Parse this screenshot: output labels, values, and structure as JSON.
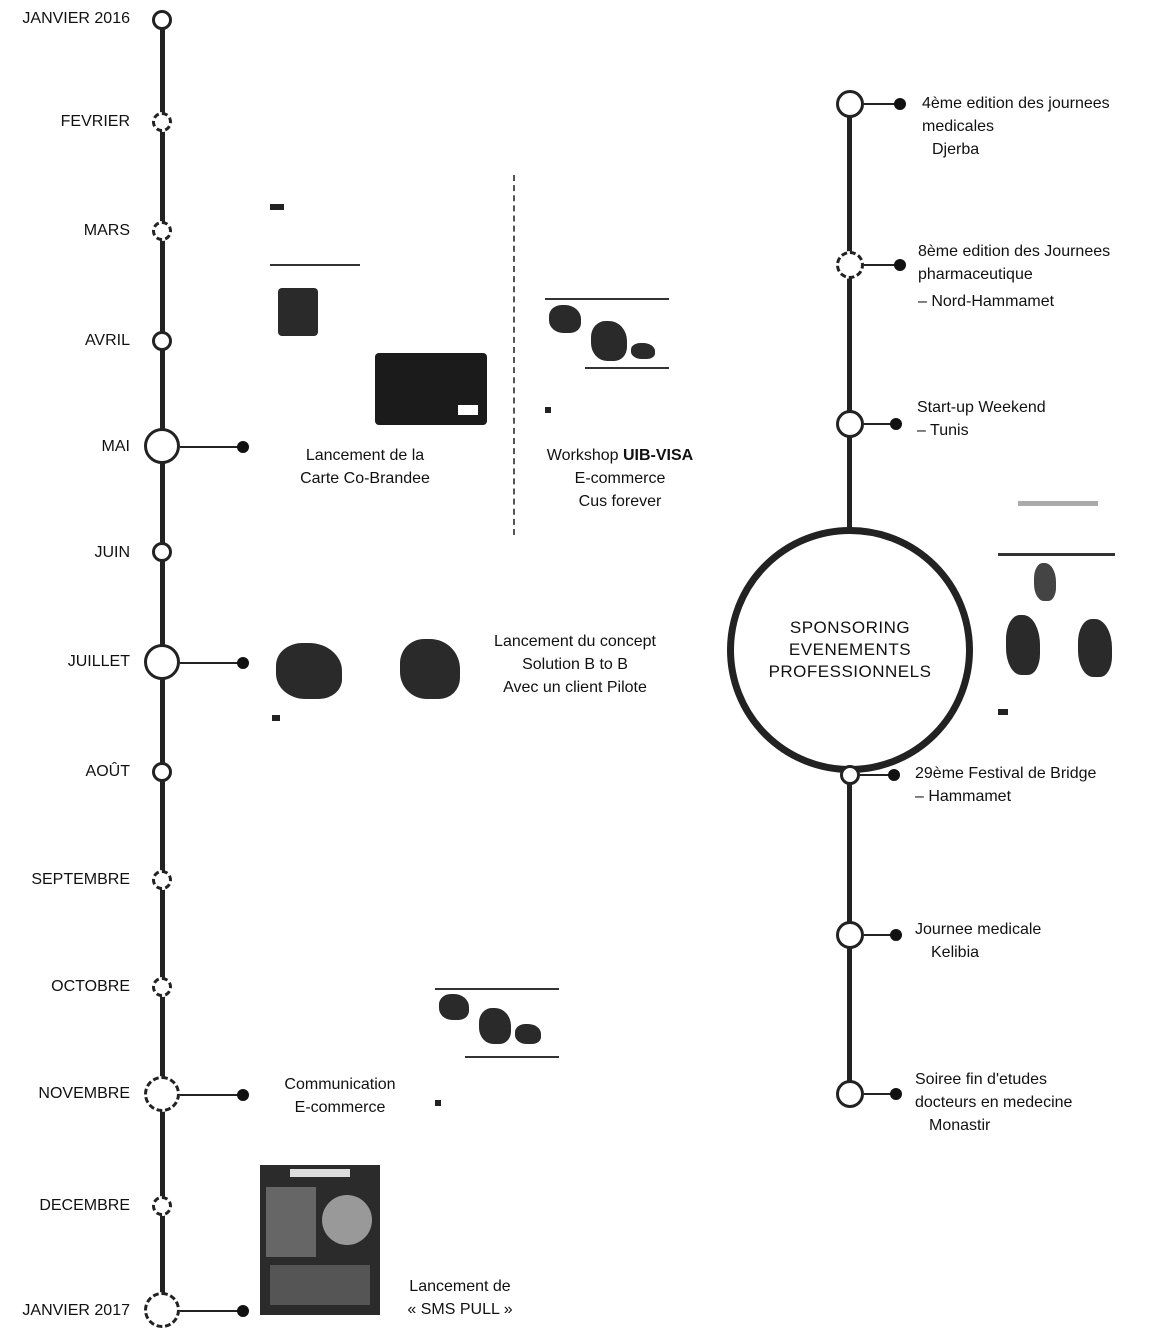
{
  "timeline": {
    "months": [
      "JANVIER 2016",
      "FEVRIER",
      "MARS",
      "AVRIL",
      "MAI",
      "JUIN",
      "JUILLET",
      "AOÛT",
      "SEPTEMBRE",
      "OCTOBRE",
      "NOVEMBRE",
      "DECEMBRE",
      "JANVIER 2017"
    ]
  },
  "events_2016": {
    "mai_left": {
      "line1": "Lancement de la",
      "line2": "Carte Co-Brandee"
    },
    "mai_right": {
      "line1_plain": "Workshop ",
      "line1_bold": "UIB-VISA",
      "line2": "E-commerce",
      "line3": "Cus forever"
    },
    "juillet": {
      "line1": "Lancement du concept",
      "line2": "Solution B to B",
      "line3": "Avec un client Pilote"
    },
    "novembre": {
      "line1": "Communication",
      "line2": "E-commerce"
    },
    "janvier_2017": {
      "line1": "Lancement de",
      "line2": "« SMS PULL »"
    }
  },
  "sponsoring": {
    "title_lines": [
      "SPONSORING",
      "EVENEMENTS",
      "PROFESSIONNELS"
    ],
    "events": [
      {
        "lines": [
          "4ème edition des journees",
          "medicales",
          "Djerba"
        ]
      },
      {
        "lines": [
          "8ème edition des Journees",
          "pharmaceutique",
          "– Nord-Hammamet"
        ]
      },
      {
        "lines": [
          "Start-up Weekend",
          "– Tunis"
        ]
      },
      {
        "lines": [
          "29ème Festival de Bridge",
          "– Hammamet"
        ]
      },
      {
        "lines": [
          "Journee medicale",
          "Kelibia"
        ]
      },
      {
        "lines": [
          "Soiree fin d'etudes",
          "docteurs en medecine",
          "Monastir"
        ]
      }
    ]
  }
}
